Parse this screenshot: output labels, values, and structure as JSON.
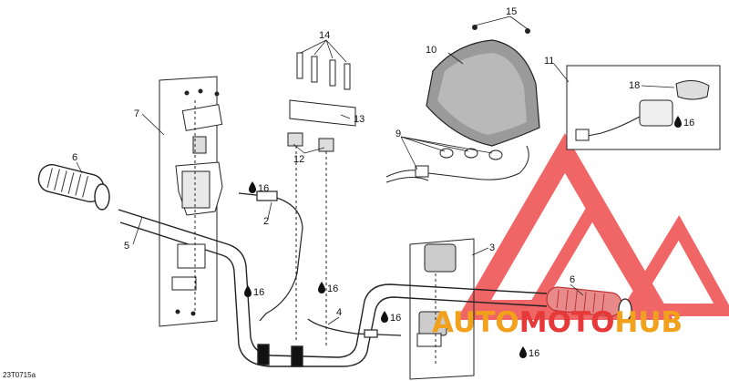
{
  "diagram": {
    "part_labels": {
      "p2": "2",
      "p3": "3",
      "p4": "4",
      "p5": "5",
      "p6_left": "6",
      "p6_right": "6",
      "p7": "7",
      "p9": "9",
      "p10": "10",
      "p11": "11",
      "p12": "12",
      "p13": "13",
      "p14": "14",
      "p15": "15",
      "p18": "18"
    },
    "lube_labels": {
      "l1": "16",
      "l2": "16",
      "l3": "16",
      "l4": "16",
      "l5": "16",
      "l6": "16"
    },
    "drawing_code": "23T0715a"
  },
  "watermark": {
    "segment1": "AUTO",
    "segment2": "MOTO",
    "segment3": "HUB",
    "colors": {
      "primary": "#f2a11c",
      "secondary": "#e63a3a",
      "triangle": "#ee4b4b"
    }
  }
}
